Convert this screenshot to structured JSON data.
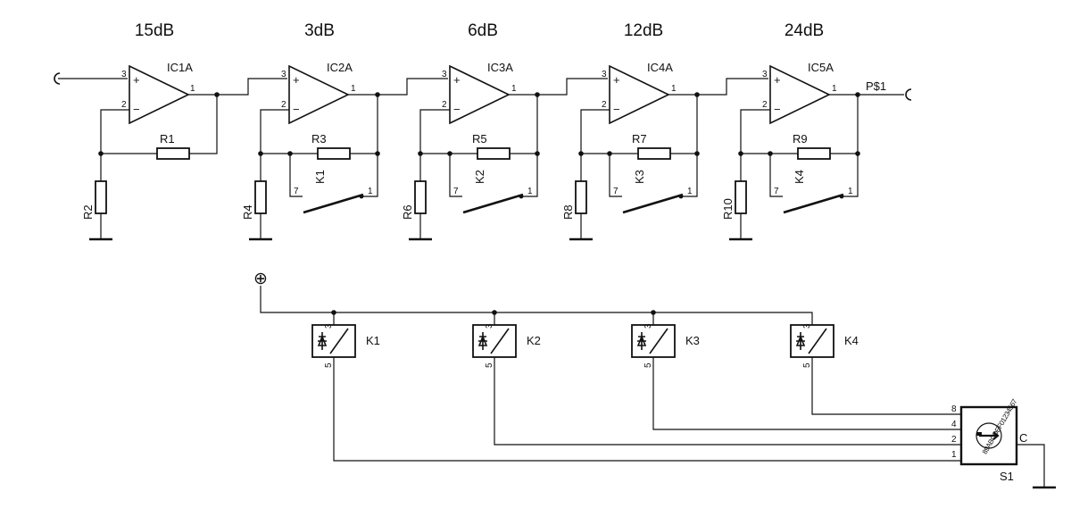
{
  "stages": [
    {
      "gain": "15dB",
      "ic": "IC1A",
      "rf": "R1",
      "rg": "R2"
    },
    {
      "gain": "3dB",
      "ic": "IC2A",
      "rf": "R3",
      "rg": "R4",
      "relay": "K1"
    },
    {
      "gain": "6dB",
      "ic": "IC3A",
      "rf": "R5",
      "rg": "R6",
      "relay": "K2"
    },
    {
      "gain": "12dB",
      "ic": "IC4A",
      "rf": "R7",
      "rg": "R8",
      "relay": "K3"
    },
    {
      "gain": "24dB",
      "ic": "IC5A",
      "rf": "R9",
      "rg": "R10",
      "relay": "K4"
    }
  ],
  "opamp_pins": {
    "non_inverting": "3",
    "inverting": "2",
    "output": "1",
    "plus": "+",
    "minus": "−"
  },
  "contact_pins": {
    "common": "7",
    "switched": "1"
  },
  "output_label": "P$1",
  "relays": [
    "K1",
    "K2",
    "K3",
    "K4"
  ],
  "coil_pins": {
    "top": "3",
    "bottom": "5"
  },
  "switch": {
    "name": "S1",
    "common_pin": "C",
    "pins": [
      "8",
      "4",
      "2",
      "1"
    ],
    "dial_text": "89ABCDEF01234567"
  },
  "supply_symbol": "⊕"
}
